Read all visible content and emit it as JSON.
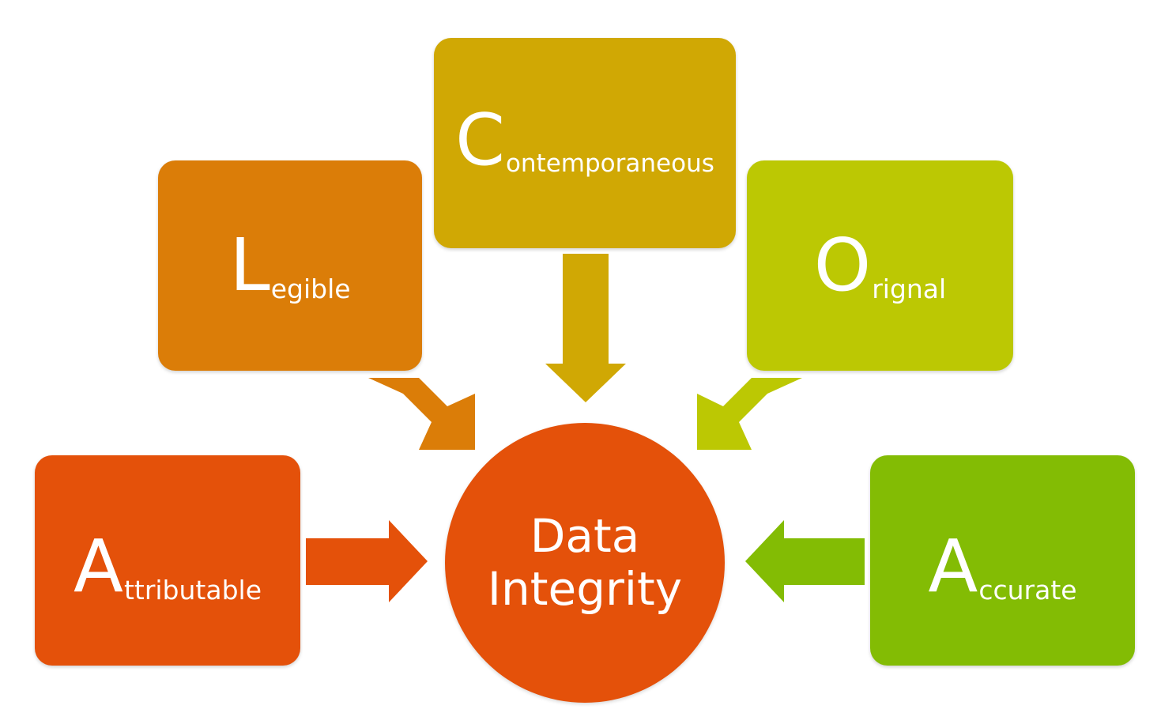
{
  "colors": {
    "attributable": "#e4510a",
    "legible": "#db7d08",
    "contemporaneous": "#d0a804",
    "orignal": "#bcc803",
    "accurate": "#83bc04",
    "center": "#e4510a",
    "text": "#ffffff"
  },
  "boxes": [
    {
      "initial": "A",
      "rest": "ttributable",
      "color_key": "attributable"
    },
    {
      "initial": "L",
      "rest": "egible",
      "color_key": "legible"
    },
    {
      "initial": "C",
      "rest": "ontemporaneous",
      "color_key": "contemporaneous"
    },
    {
      "initial": "O",
      "rest": "rignal",
      "color_key": "orignal"
    },
    {
      "initial": "A",
      "rest": "ccurate",
      "color_key": "accurate"
    }
  ],
  "center": {
    "line1": "Data",
    "line2": "Integrity"
  },
  "arrows": [
    {
      "from": "attributable",
      "direction": "right"
    },
    {
      "from": "legible",
      "direction": "down-right"
    },
    {
      "from": "contemporaneous",
      "direction": "down"
    },
    {
      "from": "orignal",
      "direction": "down-left"
    },
    {
      "from": "accurate",
      "direction": "left"
    }
  ]
}
